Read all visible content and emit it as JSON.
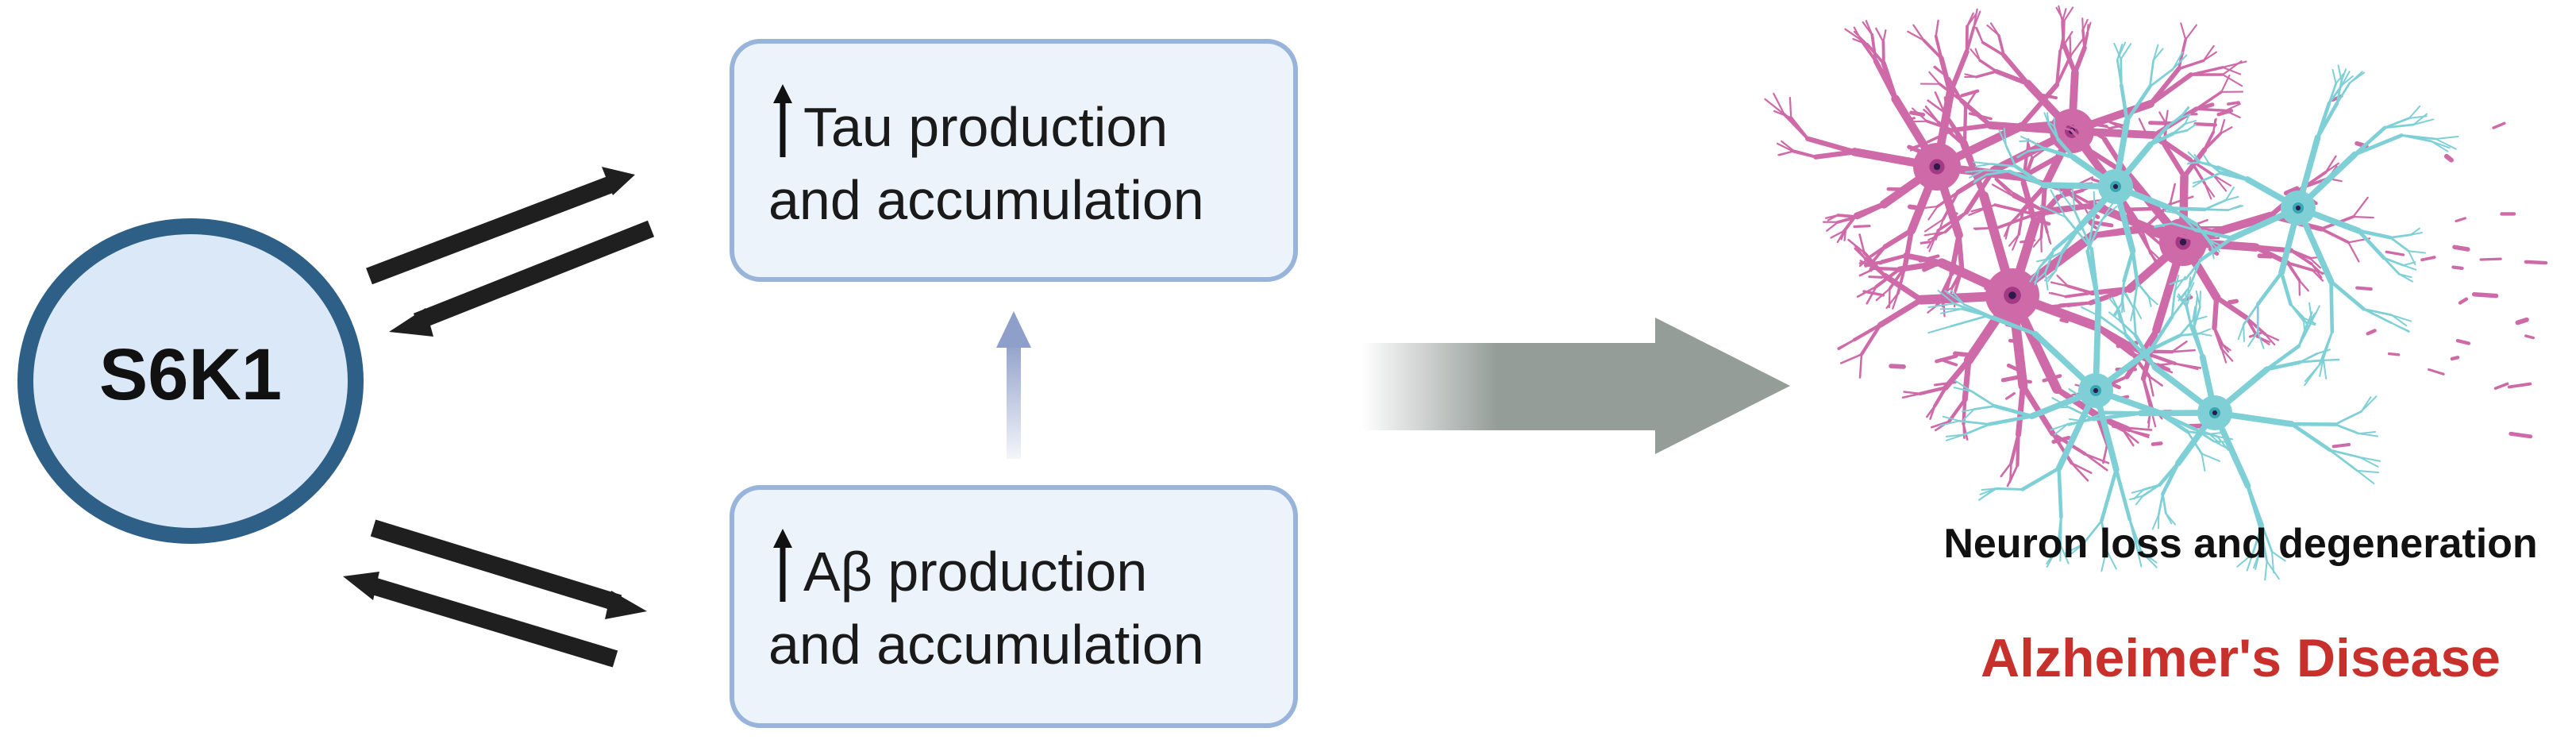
{
  "diagram": {
    "node_s6k1": {
      "label": "S6K1"
    },
    "box_tau": {
      "line1": "Tau production",
      "line2": "and accumulation"
    },
    "box_abeta": {
      "line1": "Aβ production",
      "line2": "and accumulation"
    },
    "outcome": {
      "caption": "Neuron loss and degeneration",
      "disease": "Alzheimer's Disease"
    },
    "icons": [
      "up-arrow-icon",
      "double-headed-arrow",
      "gradient-arrow-icon",
      "neuron-cluster-icon"
    ],
    "colors": {
      "node_fill": "#dbe8f7",
      "node_stroke": "#2e5f86",
      "box_fill": "#edf3fb",
      "box_stroke": "#98b4da",
      "arrow_dark": "#1f1f1f",
      "link_arrow": "#8e9fc9",
      "big_arrow": "#959d99",
      "neuron_pink": "#cf6aa8",
      "neuron_teal": "#7fd0d6",
      "disease_red": "#c8302b"
    }
  }
}
